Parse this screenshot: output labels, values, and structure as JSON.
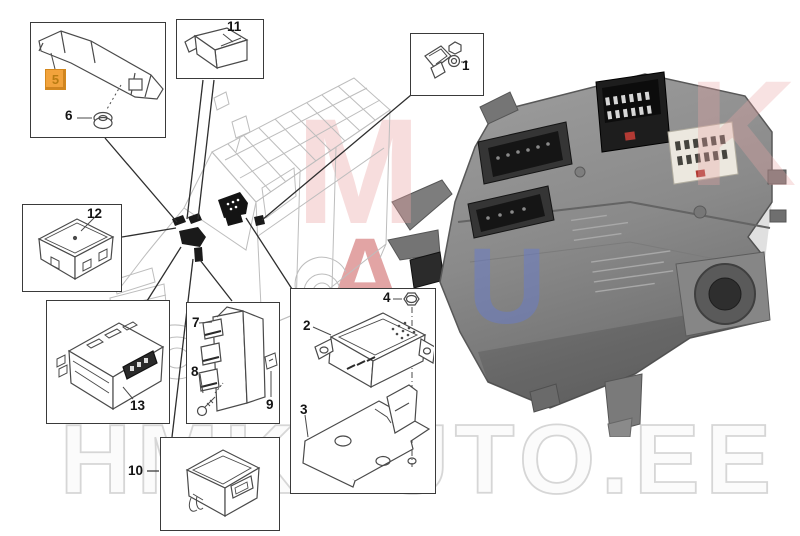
{
  "parts": {
    "p1": "1",
    "p2": "2",
    "p3": "3",
    "p4": "4",
    "p5": "5",
    "p6": "6",
    "p7": "7",
    "p8": "8",
    "p9": "9",
    "p10": "10",
    "p11": "11",
    "p12": "12",
    "p13": "13"
  },
  "highlight": {
    "highlighted_part": "5",
    "color": "#f2a33c"
  },
  "watermark": {
    "bottom": "HMKAUTO.EE",
    "letter_m": "M",
    "letter_a": "A",
    "letter_u": "U",
    "letter_k": "K"
  }
}
